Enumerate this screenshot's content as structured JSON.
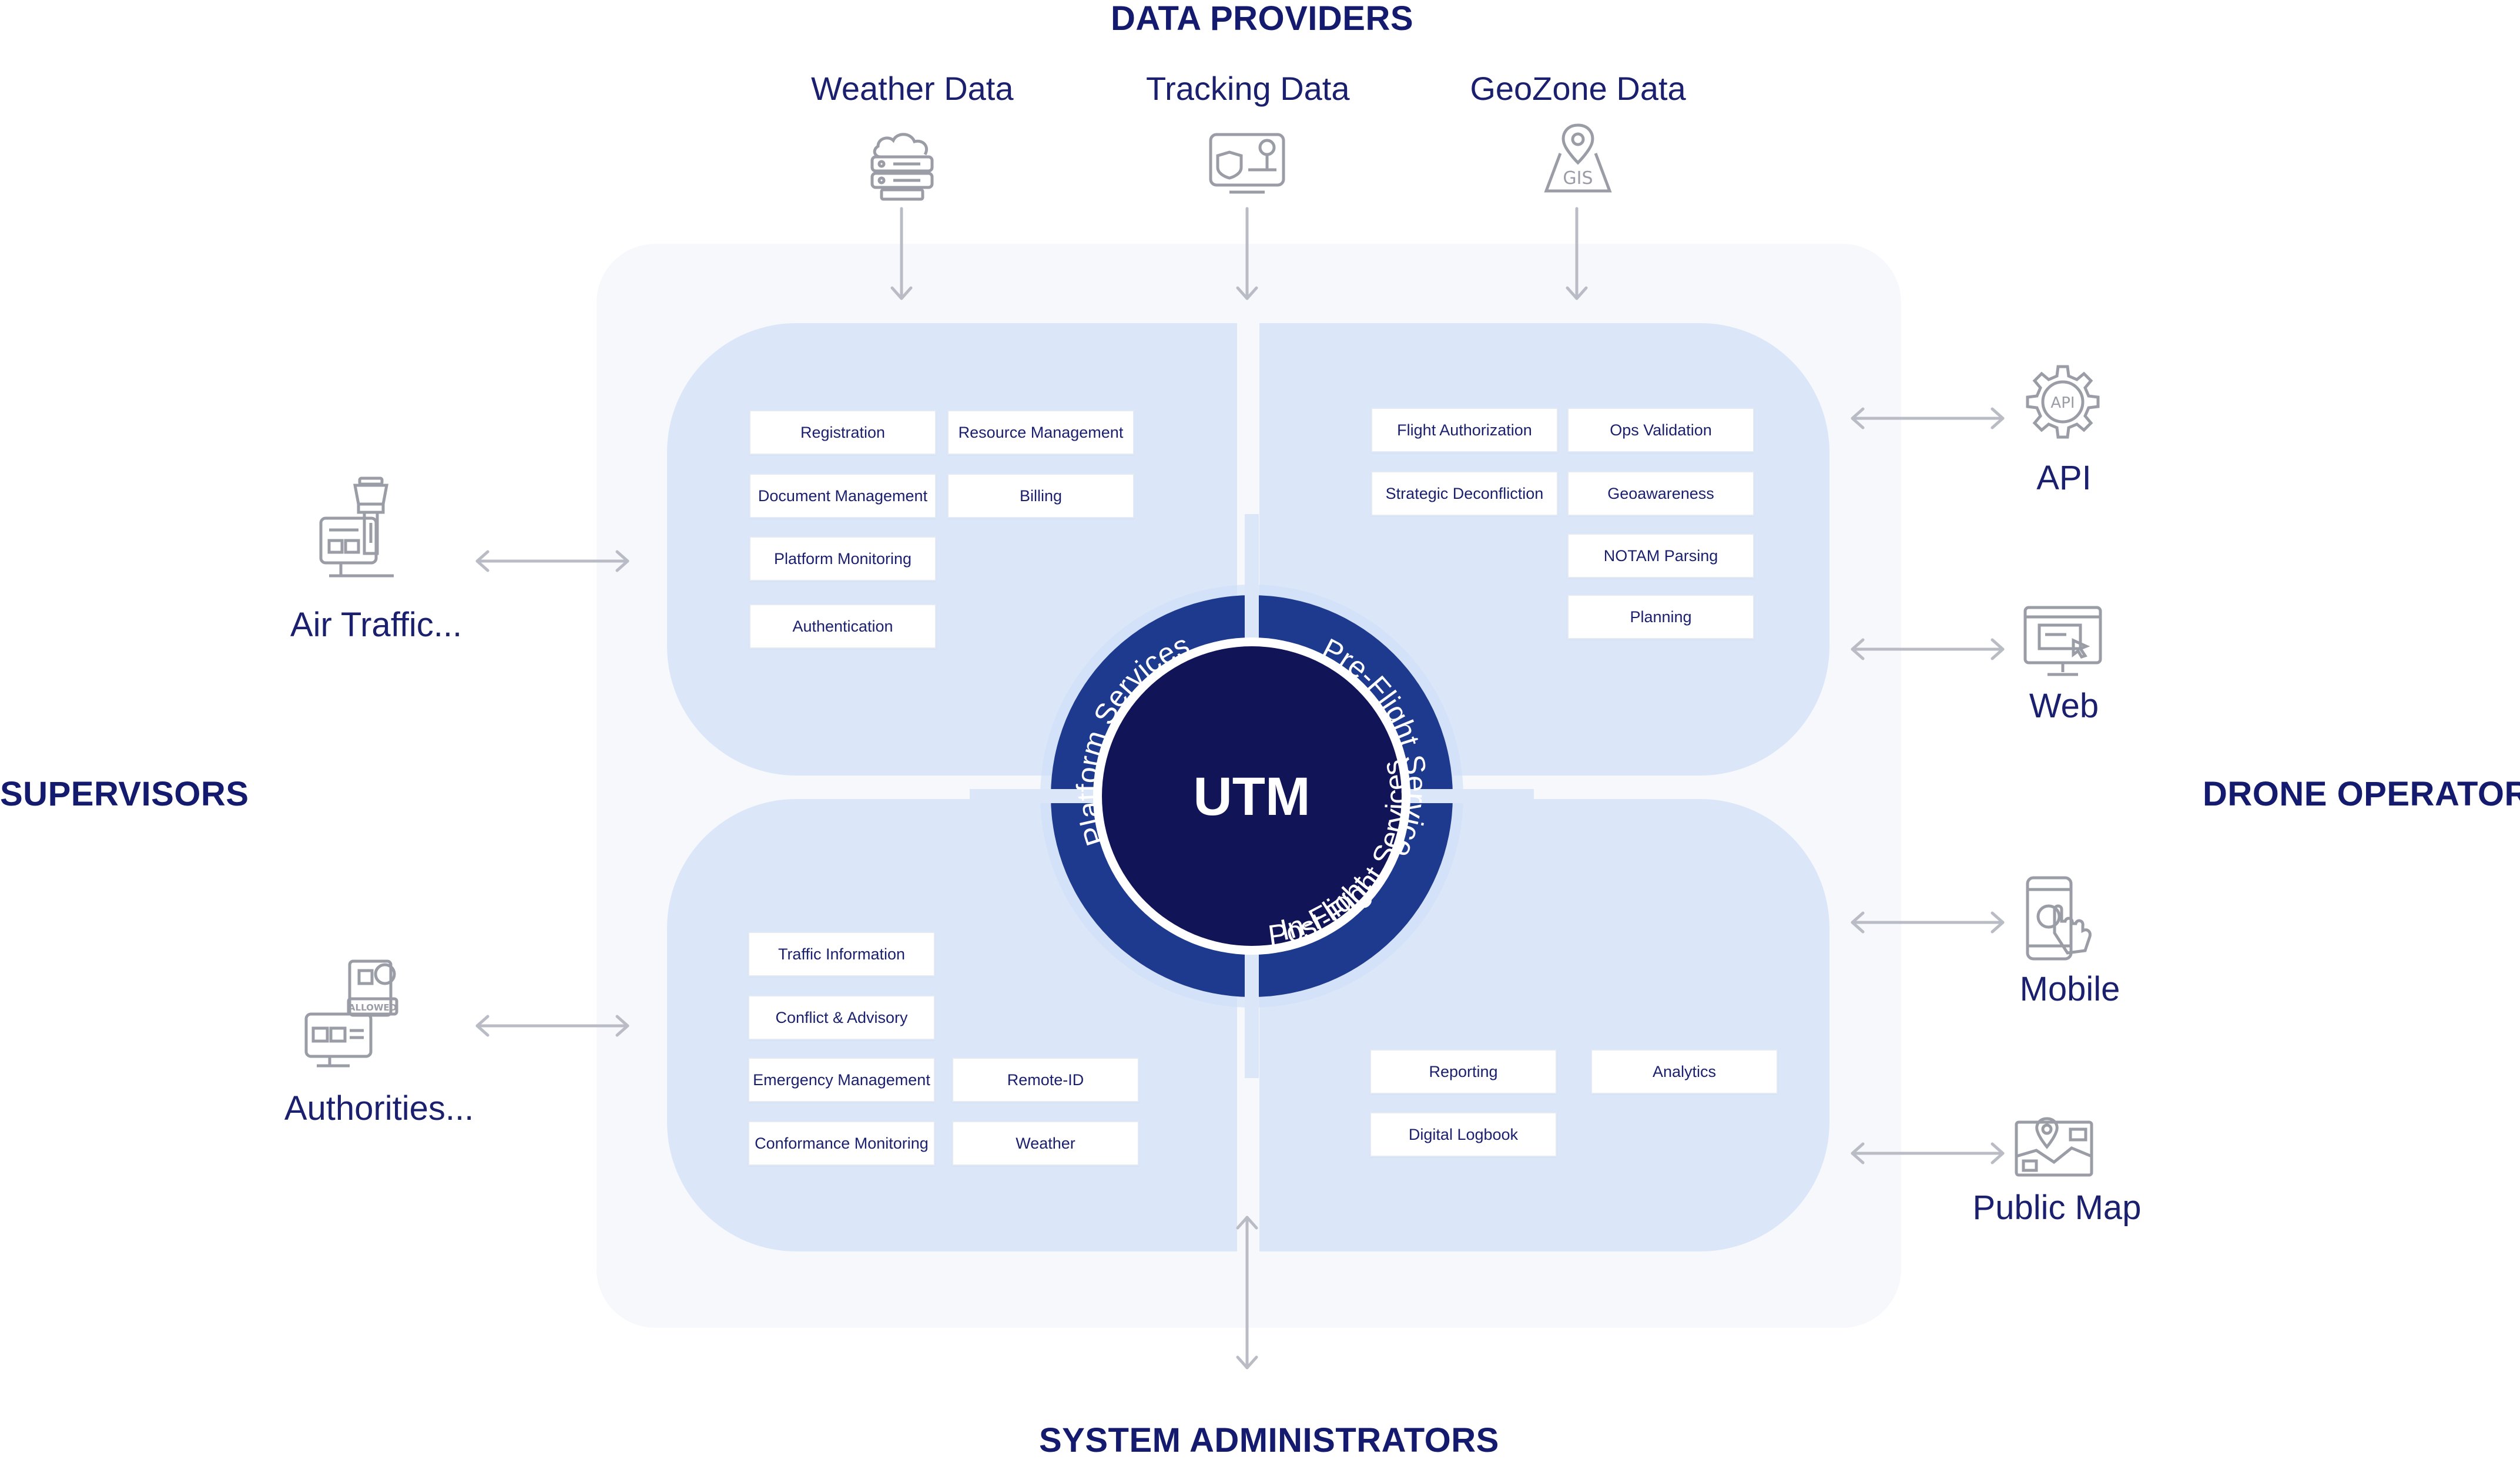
{
  "headings": {
    "top": "DATA PROVIDERS",
    "left": "SUPERVISORS",
    "right": "DRONE OPERATORS",
    "bottom": "SYSTEM ADMINISTRATORS"
  },
  "data_providers": [
    {
      "label": "Weather Data",
      "icon": "weather-server-icon"
    },
    {
      "label": "Tracking Data",
      "icon": "tracking-device-icon"
    },
    {
      "label": "GeoZone Data",
      "icon": "gis-map-icon"
    }
  ],
  "supervisors": [
    {
      "label": "Air Traffic...",
      "icon": "control-tower-icon"
    },
    {
      "label": "Authorities...",
      "icon": "allowed-document-icon"
    }
  ],
  "drone_operators": [
    {
      "label": "API",
      "icon": "api-gear-icon"
    },
    {
      "label": "Web",
      "icon": "web-monitor-icon"
    },
    {
      "label": "Mobile",
      "icon": "mobile-touch-icon"
    },
    {
      "label": "Public Map",
      "icon": "public-map-icon"
    }
  ],
  "center": {
    "label": "UTM"
  },
  "rings": {
    "platform": "Platform Services",
    "preflight": "Pre-Flight Services",
    "inflight": "In-Flight Services",
    "postflight": "Post-Flight Services"
  },
  "services": {
    "platform": [
      "Registration",
      "Resource Management",
      "Document Management",
      "Billing",
      "Platform Monitoring",
      "Authentication"
    ],
    "preflight": [
      "Flight Authorization",
      "Ops Validation",
      "Strategic Deconfliction",
      "Geoawareness",
      "NOTAM Parsing",
      "Planning"
    ],
    "inflight": [
      "Traffic Information",
      "Conflict & Advisory",
      "Emergency Management",
      "Remote-ID",
      "Conformance Monitoring",
      "Weather"
    ],
    "postflight": [
      "Reporting",
      "Analytics",
      "Digital Logbook"
    ]
  },
  "colors": {
    "navy": "#141a6e",
    "ring": "#1d3a8f",
    "center": "#111457",
    "quadrant": "#dbe7f9",
    "panel": "#f6f8fc",
    "arrow": "#b9bcc4",
    "icon": "#9a9da6"
  }
}
